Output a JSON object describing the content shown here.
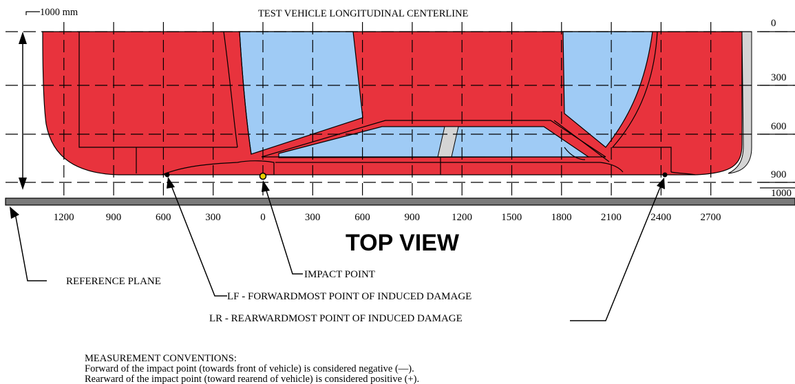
{
  "title": "TEST VEHICLE  LONGITUDINAL CENTERLINE",
  "scale_label": "1000 mm",
  "view_label": "TOP VIEW",
  "colors": {
    "body": "#e8333d",
    "glass": "#9fcbf5",
    "bumper": "#d4d4d4",
    "ground": "#7a7a7a",
    "impact_marker": "#e8d000"
  },
  "y_ticks": [
    "0",
    "300",
    "600",
    "900",
    "1000"
  ],
  "x_ticks": [
    "1200",
    "900",
    "600",
    "300",
    "0",
    "300",
    "600",
    "900",
    "1200",
    "1500",
    "1800",
    "2100",
    "2400",
    "2700"
  ],
  "callouts": {
    "reference_plane": "REFERENCE PLANE",
    "impact_point": "IMPACT POINT",
    "lf": "LF - FORWARDMOST POINT OF INDUCED DAMAGE",
    "lr": "LR - REARWARDMOST POINT OF INDUCED DAMAGE"
  },
  "conventions": {
    "heading": "MEASUREMENT CONVENTIONS:",
    "negative": "Forward of the impact point (towards front of vehicle) is considered negative (—).",
    "positive": "Rearward of the impact point (toward rearend of vehicle) is considered positive (+)."
  },
  "measurements": {
    "impact_point_mm": 0,
    "lf_mm": -600,
    "lr_mm": 2400
  }
}
